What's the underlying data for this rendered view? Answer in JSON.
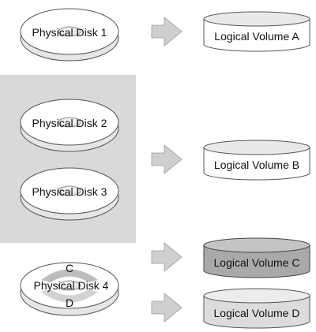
{
  "colors": {
    "group_background": "#d9d9d9",
    "disk_fill": "#ffffff",
    "disk_edge": "#e6e6e6",
    "outline": "#555555",
    "arrow": "#cfcfcf",
    "volume_light": "#ffffff",
    "volume_medium": "#a9a9a9",
    "volume_pale": "#dcdcdc",
    "partition_band": "#bdbdbd"
  },
  "physical_disks": [
    {
      "id": "disk1",
      "label": "Physical Disk 1"
    },
    {
      "id": "disk2",
      "label": "Physical Disk 2"
    },
    {
      "id": "disk3",
      "label": "Physical Disk 3"
    },
    {
      "id": "disk4",
      "label": "Physical Disk 4"
    }
  ],
  "partitions": {
    "upper": "C",
    "lower": "D"
  },
  "logical_volumes": [
    {
      "id": "volA",
      "label": "Logical Volume A",
      "shade": "light"
    },
    {
      "id": "volB",
      "label": "Logical Volume B",
      "shade": "light"
    },
    {
      "id": "volC",
      "label": "Logical Volume C",
      "shade": "medium"
    },
    {
      "id": "volD",
      "label": "Logical Volume D",
      "shade": "pale"
    }
  ],
  "arrows": [
    "arrow-a",
    "arrow-b",
    "arrow-c",
    "arrow-d"
  ]
}
